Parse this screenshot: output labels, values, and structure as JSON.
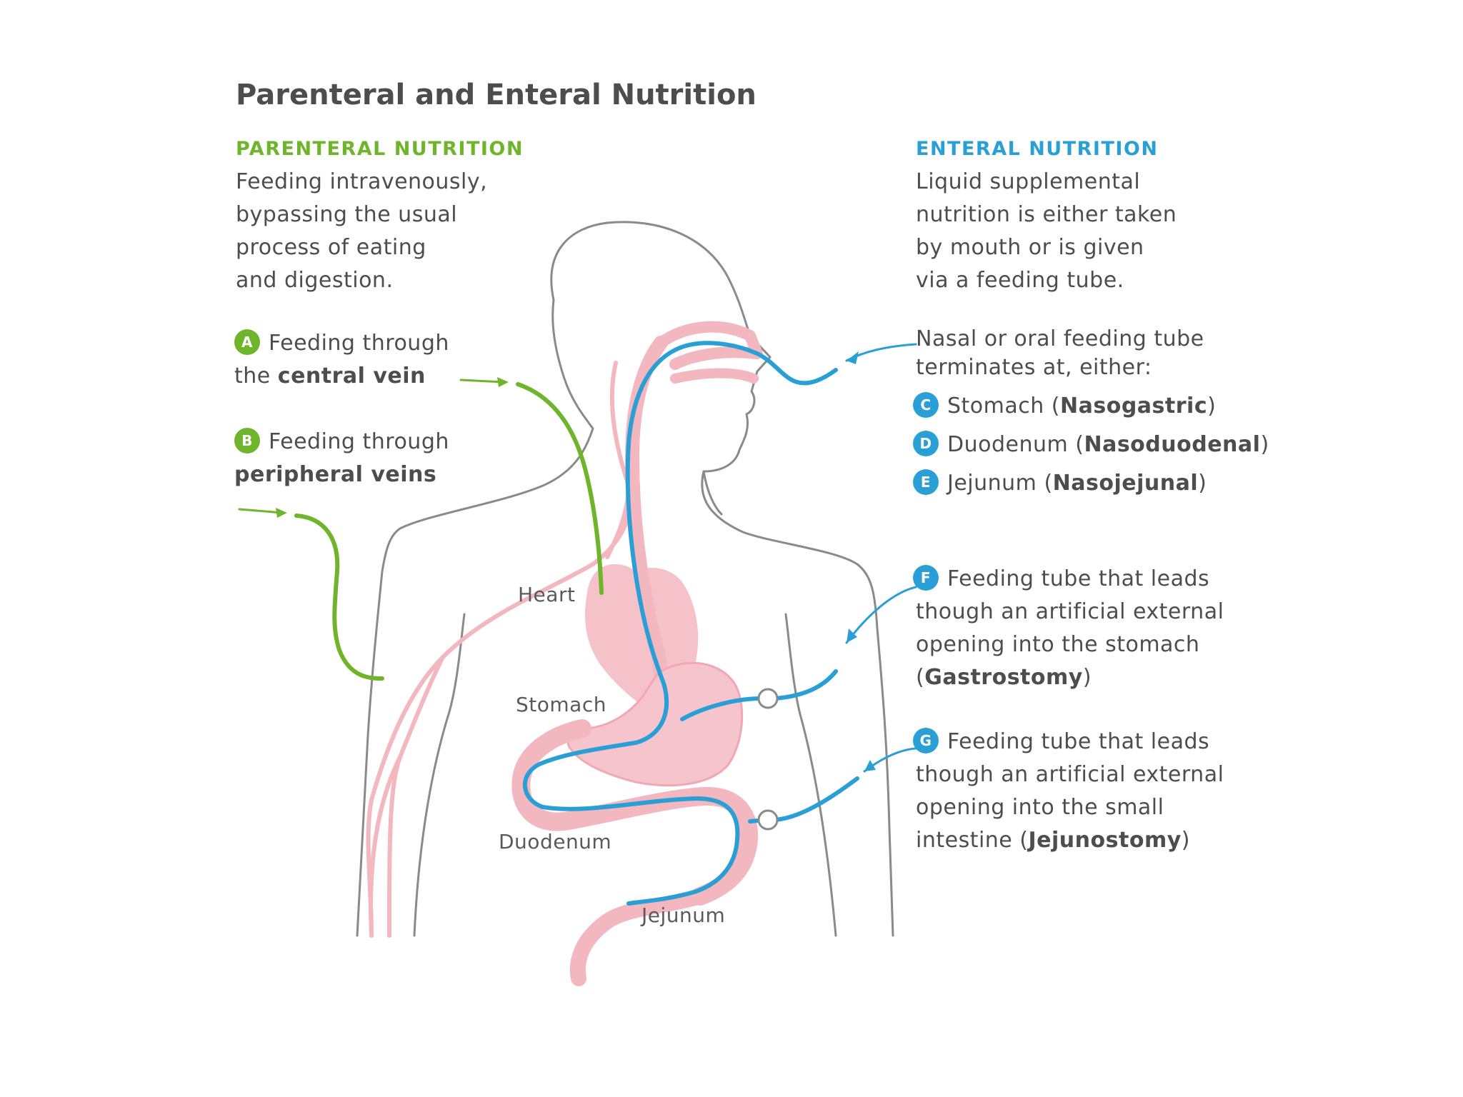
{
  "title": "Parenteral and Enteral Nutrition",
  "parenteral": {
    "heading": "PARENTERAL NUTRITION",
    "desc": [
      "Feeding intravenously,",
      "bypassing the usual",
      "process of eating",
      "and digestion."
    ],
    "a": {
      "badge": "A",
      "line1": "Feeding through",
      "line2_pre": "the ",
      "line2_bold": "central vein"
    },
    "b": {
      "badge": "B",
      "line1": "Feeding through",
      "line2_bold": "peripheral veins"
    }
  },
  "enteral": {
    "heading": "ENTERAL NUTRITION",
    "desc": [
      "Liquid supplemental",
      "nutrition is either taken",
      "by mouth or is given",
      "via a feeding tube."
    ],
    "nasal": {
      "line1": "Nasal or oral feeding tube",
      "line2": "terminates at, either:"
    },
    "c": {
      "badge": "C",
      "pre": "Stomach (",
      "bold": "Nasogastric",
      "post": ")"
    },
    "d": {
      "badge": "D",
      "pre": "Duodenum (",
      "bold": "Nasoduodenal",
      "post": ")"
    },
    "e": {
      "badge": "E",
      "pre": "Jejunum (",
      "bold": "Nasojejunal",
      "post": ")"
    },
    "f": {
      "badge": "F",
      "line1": "Feeding tube that leads",
      "line2": "though an artificial external",
      "line3": "opening into the stomach",
      "line4_pre": "(",
      "line4_bold": "Gastrostomy",
      "line4_post": ")"
    },
    "g": {
      "badge": "G",
      "line1": "Feeding tube that leads",
      "line2": "though an artificial external",
      "line3": "opening into the small",
      "line4_pre": "intestine (",
      "line4_bold": "Jejunostomy",
      "line4_post": ")"
    }
  },
  "organs": {
    "heart": "Heart",
    "stomach": "Stomach",
    "duodenum": "Duodenum",
    "jejunum": "Jejunum"
  },
  "colors": {
    "green": "#6fb52c",
    "blue": "#2a9fd6",
    "pink": "#f3b7c0",
    "outline": "#8a8a8a"
  }
}
